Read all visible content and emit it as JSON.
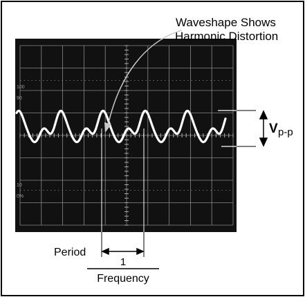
{
  "annotation": {
    "line1": "Waveshape Shows",
    "line2": "Harmonic Distortion"
  },
  "period_label": "Period",
  "formula": {
    "numerator": "1",
    "denominator": "Frequency"
  },
  "amplitude_label": {
    "main": "V",
    "subscript": "p-p"
  },
  "graticule_marks": {
    "top_100": "100",
    "top_90": "90",
    "bottom_10": "10",
    "bottom_0": "0%"
  },
  "colors": {
    "screen": "#111111",
    "trace": "#ffffff",
    "grid": "#8a8a8a",
    "ink": "#000000"
  }
}
